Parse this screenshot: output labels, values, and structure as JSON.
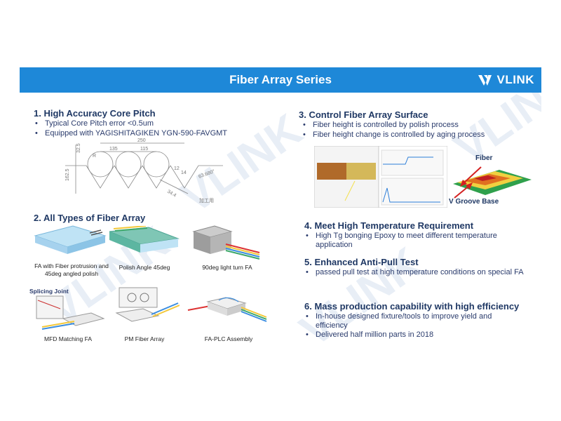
{
  "header": {
    "title": "Fiber Array Series",
    "brand": "VLINK"
  },
  "colors": {
    "banner": "#1e88d8",
    "heading": "#1f3864"
  },
  "sections": {
    "s1": {
      "title": "1. High Accuracy Core Pitch",
      "bullets": [
        "Typical Core Pitch error <0.5um",
        "Equipped with YAGISHITAGIKEN YGN-590-FAVGMT"
      ],
      "drawing": {
        "dims": [
          "250",
          "135",
          "115",
          "162.5",
          "R",
          "63.680°",
          "32.5",
          "34.4",
          "14",
          "12",
          "加工用"
        ]
      }
    },
    "s2": {
      "title": "2. All Types of Fiber Array",
      "captions": [
        "FA with Fiber protrusion and 45deg angled polish",
        "Polish Angle 45deg",
        "90deg light turn FA",
        "MFD Matching FA",
        "PM Fiber Array",
        "FA-PLC Assembly"
      ],
      "callout": "Splicing Joint"
    },
    "s3": {
      "title": "3. Control Fiber Array Surface",
      "bullets": [
        "Fiber height is controlled by polish process",
        "Fiber height change is controlled by aging process"
      ],
      "labels": {
        "fiber": "Fiber",
        "vgroove": "V Groove Base"
      }
    },
    "s4": {
      "title": "4. Meet High Temperature Requirement",
      "bullets": [
        "High Tg bonging Epoxy to meet different temperature application"
      ]
    },
    "s5": {
      "title": "5. Enhanced Anti-Pull Test",
      "bullets": [
        "passed pull test at high temperature conditions on special FA"
      ]
    },
    "s6": {
      "title": "6. Mass production capability with high efficiency",
      "bullets": [
        "In-house designed fixture/tools to improve yield and efficiency",
        "Delivered half million parts in 2018"
      ]
    }
  }
}
